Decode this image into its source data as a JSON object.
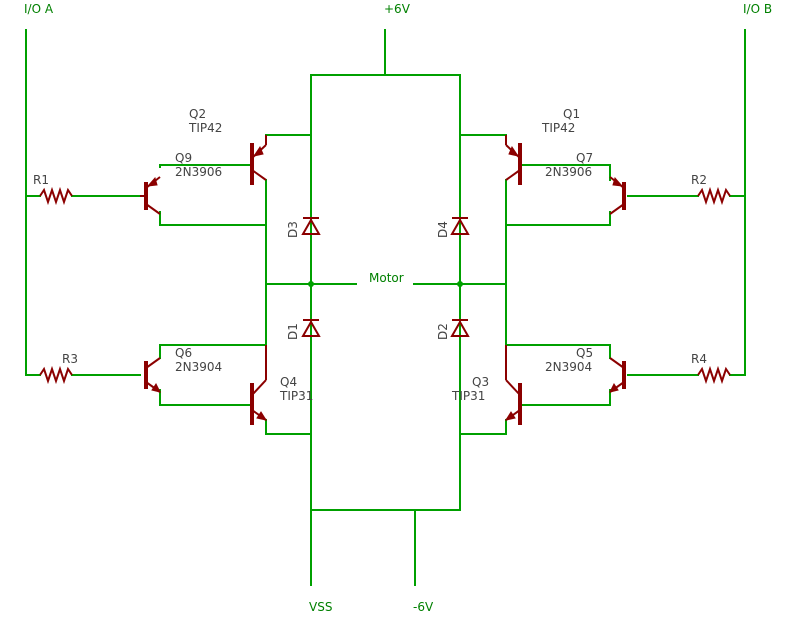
{
  "colors": {
    "wire": "#00a000",
    "part": "#8b0000",
    "label": "#444444",
    "net_label": "#008000"
  },
  "nets": {
    "io_a": "I/O A",
    "io_b": "I/O B",
    "vplus": "+6V",
    "vminus": "-6V",
    "vss": "VSS",
    "motor": "Motor"
  },
  "resistors": {
    "r1": "R1",
    "r2": "R2",
    "r3": "R3",
    "r4": "R4"
  },
  "diodes": {
    "d1": "D1",
    "d2": "D2",
    "d3": "D3",
    "d4": "D4"
  },
  "transistors": {
    "q1": {
      "name": "Q1",
      "value": "TIP42"
    },
    "q2": {
      "name": "Q2",
      "value": "TIP42"
    },
    "q3": {
      "name": "Q3",
      "value": "TIP31"
    },
    "q4": {
      "name": "Q4",
      "value": "TIP31"
    },
    "q5": {
      "name": "Q5",
      "value": "2N3904"
    },
    "q6": {
      "name": "Q6",
      "value": "2N3904"
    },
    "q7": {
      "name": "Q7",
      "value": "2N3906"
    },
    "q9": {
      "name": "Q9",
      "value": "2N3906"
    }
  }
}
